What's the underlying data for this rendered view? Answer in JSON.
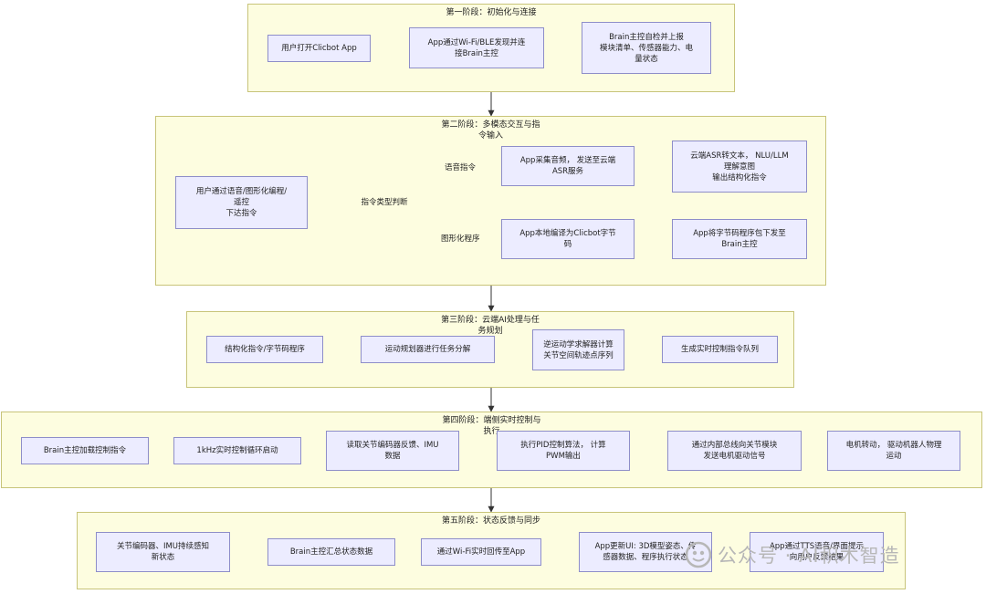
{
  "stages": [
    {
      "id": "s1",
      "title": "第一阶段：初始化与连接"
    },
    {
      "id": "s2",
      "title": "第二阶段：多模态交互与指\n令输入"
    },
    {
      "id": "s3",
      "title": "第三阶段：云端AI处理与任\n务规划"
    },
    {
      "id": "s4",
      "title": "第四阶段：端侧实时控制与\n执行"
    },
    {
      "id": "s5",
      "title": "第五阶段：状态反馈与同步"
    }
  ],
  "nodes": {
    "n1a": "用户打开Clicbot App",
    "n1b": "App通过Wi-Fi/BLE发现并连\n接Brain主控",
    "n1c": "Brain主控自检并上报\n模块清单、传感器能力、电\n量状态",
    "n2a": "用户通过语音/图形化编程/\n遥控\n下达指令",
    "n2d": "指令类型判断",
    "n2b": "App采集音频，  发送至云端\nASR服务",
    "n2c": "云端ASR转文本，  NLU/LLM\n理解意图\n输出结构化指令",
    "n2e": "App本地编译为Clicbot字节\n码",
    "n2f": "App将字节码程序包下发至\nBrain主控",
    "n3a": "结构化指令/字节码程序",
    "n3b": "运动规划器进行任务分解",
    "n3c": "逆运动学求解器计算\n关节空间轨迹点序列",
    "n3d": "生成实时控制指令队列",
    "n4a": "Brain主控加载控制指令",
    "n4b": "1kHz实时控制循环启动",
    "n4c": "读取关节编码器反馈、IMU\n数据",
    "n4d": "执行PID控制算法，  计算\nPWM输出",
    "n4e": "通过内部总线向关节模块\n发送电机驱动信号",
    "n4f": "电机转动，  驱动机器人物理\n运动",
    "n5a": "关节编码器、IMU持续感知\n新状态",
    "n5b": "Brain主控汇总状态数据",
    "n5c": "通过Wi-Fi实时回传至App",
    "n5d": "App更新UI: 3D模型姿态、传\n感器数据、程序执行状态",
    "n5e": "App通过TTS语音/界面提示\n向用户反馈结果"
  },
  "edge_labels": {
    "voice": "语音指令",
    "graphic": "图形化程序"
  },
  "watermark": {
    "text": "公众号 · AI积木智造",
    "icon": "wechat-official-account-icon"
  },
  "colors": {
    "stage_fill": "#fdfde0",
    "stage_border": "#c8c47a",
    "node_fill": "#ececff",
    "node_border": "#8e8ec9",
    "edge": "#333333"
  }
}
